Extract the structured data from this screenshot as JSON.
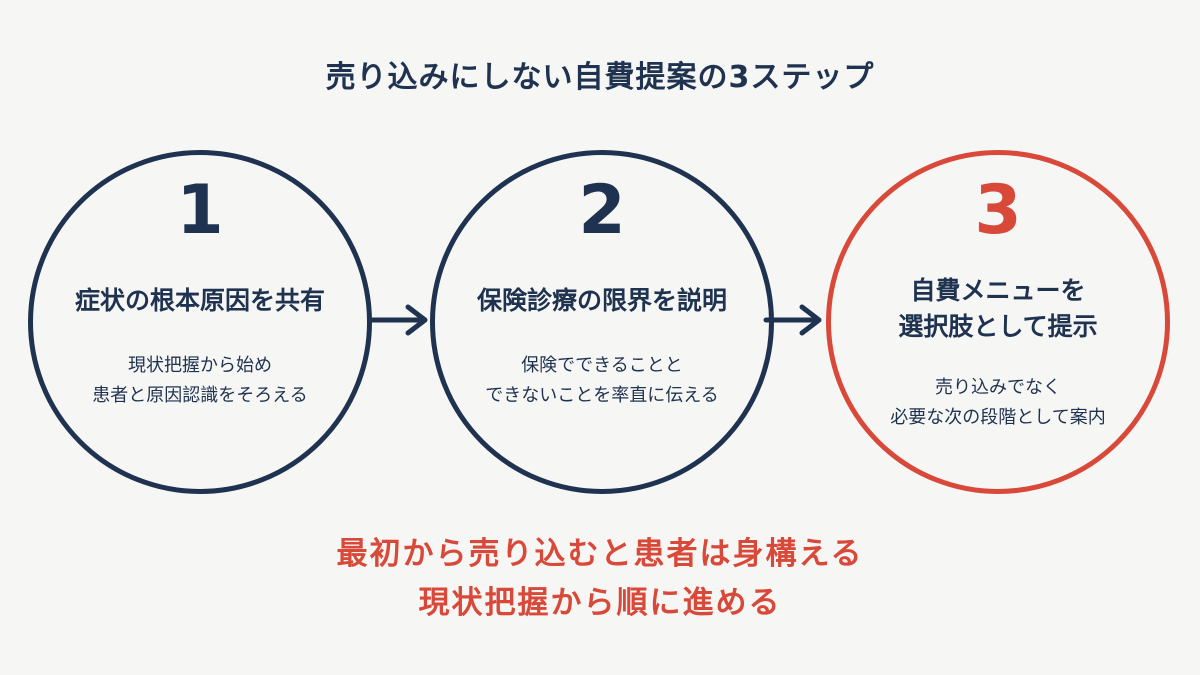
{
  "title": "売り込みにしない自費提案の3ステップ",
  "steps": [
    {
      "number": "1",
      "heading": [
        "症状の根本原因を共有"
      ],
      "description": [
        "現状把握から始め",
        "患者と原因認識をそろえる"
      ]
    },
    {
      "number": "2",
      "heading": [
        "保険診療の限界を説明"
      ],
      "description": [
        "保険でできることと",
        "できないことを率直に伝える"
      ]
    },
    {
      "number": "3",
      "heading": [
        "自費メニューを",
        "選択肢として提示"
      ],
      "description": [
        "売り込みでなく",
        "必要な次の段階として案内"
      ]
    }
  ],
  "footer": [
    "最初から売り込むと患者は身構える",
    "現状把握から順に進める"
  ],
  "colors": {
    "navy": "#1f3350",
    "accent_red": "#d9493a",
    "background": "#f6f6f4"
  },
  "icons": [
    "arrow-right-icon"
  ]
}
